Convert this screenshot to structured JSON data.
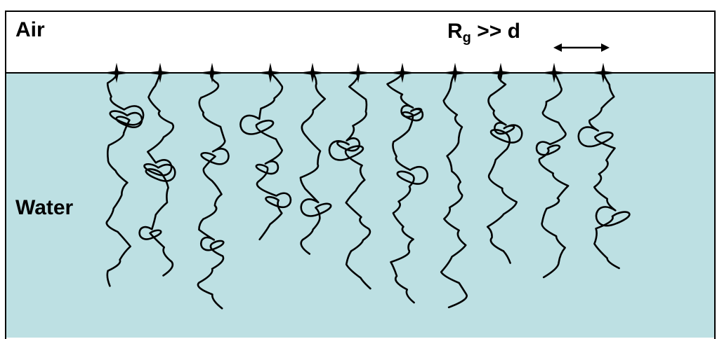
{
  "air_label": "Air",
  "water_label": "Water",
  "relation": {
    "symbol": "R",
    "subscript": "g",
    "rest": " >> d"
  },
  "colors": {
    "air": "#ffffff",
    "water": "#bde0e3",
    "outline": "#000000",
    "chain": "#000000"
  },
  "chains": [
    {
      "anchor": "anchor-star",
      "strand": "polymer-chain"
    },
    {
      "anchor": "anchor-star",
      "strand": "polymer-chain"
    },
    {
      "anchor": "anchor-star",
      "strand": "polymer-chain"
    },
    {
      "anchor": "anchor-star",
      "strand": "polymer-chain"
    },
    {
      "anchor": "anchor-star",
      "strand": "polymer-chain"
    },
    {
      "anchor": "anchor-star",
      "strand": "polymer-chain"
    },
    {
      "anchor": "anchor-star",
      "strand": "polymer-chain"
    },
    {
      "anchor": "anchor-star",
      "strand": "polymer-chain"
    },
    {
      "anchor": "anchor-star",
      "strand": "polymer-chain"
    },
    {
      "anchor": "anchor-star",
      "strand": "polymer-chain"
    },
    {
      "anchor": "anchor-star",
      "strand": "polymer-chain"
    }
  ]
}
